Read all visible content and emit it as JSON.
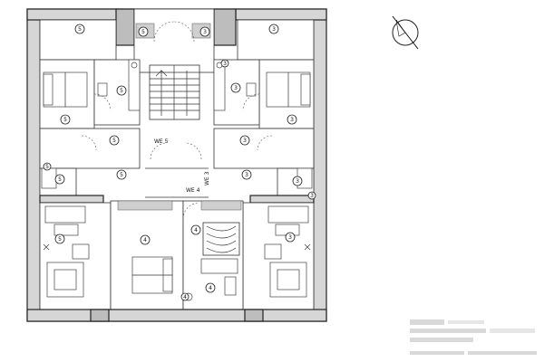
{
  "plan": {
    "labels": {
      "we5": "WE 5",
      "we4": "WE 4",
      "we3": "WE 3"
    },
    "room_numbers": {
      "n1": "5",
      "n2": "5",
      "n3": "5",
      "n4": "5",
      "n5": "5",
      "n6": "5",
      "n7": "5",
      "n8": "5",
      "n9": "5",
      "n10": "3",
      "n11": "3",
      "n12": "3",
      "n13": "3",
      "n14": "3",
      "n15": "3",
      "n16": "3",
      "n17": "3",
      "n18": "3",
      "n19": "3",
      "n20": "4",
      "n21": "4",
      "n22": "4",
      "n23": "4"
    }
  }
}
